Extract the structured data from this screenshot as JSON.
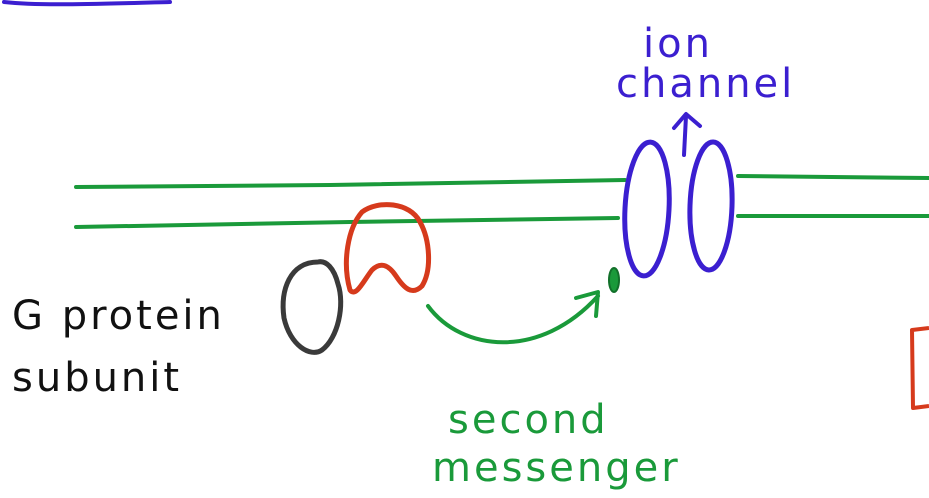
{
  "labels": {
    "ion_channel_line1": "ion",
    "ion_channel_line2": "channel",
    "g_protein_line1": "G protein",
    "g_protein_line2": "subunit",
    "second_messenger_line1": "second",
    "second_messenger_line2": "messenger"
  },
  "colors": {
    "membrane": "#1a9a3a",
    "ion_channel": "#3b1fd0",
    "g_protein_red": "#d63a1c",
    "g_protein_black": "#3a3a3a",
    "second_messenger": "#1a9a3a",
    "cut_box": "#d63a1c"
  }
}
